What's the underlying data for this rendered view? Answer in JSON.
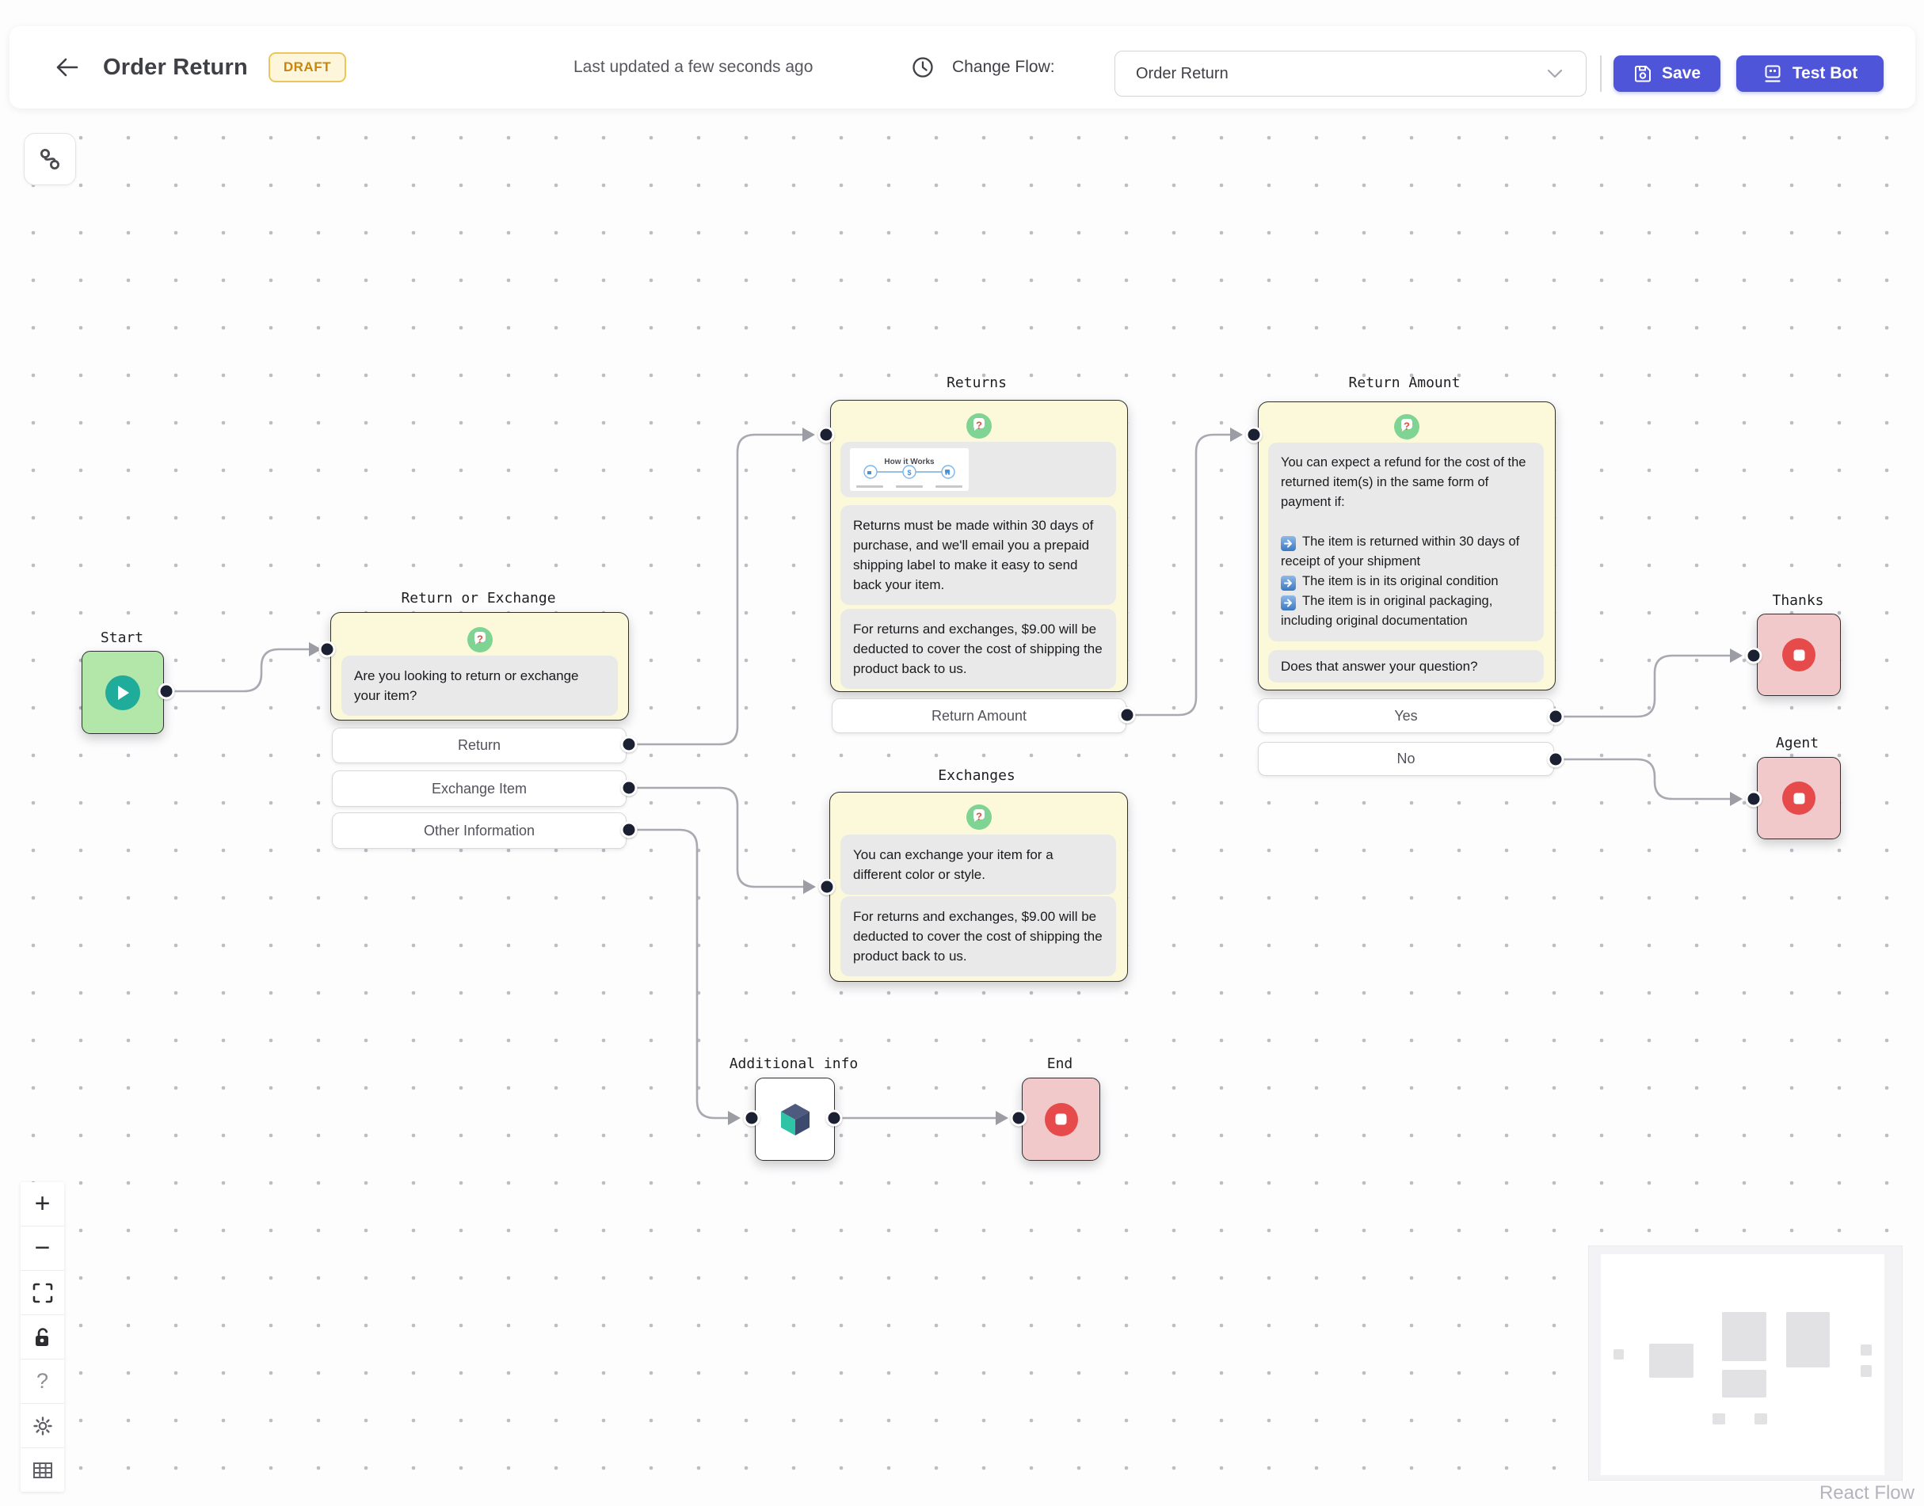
{
  "header": {
    "title": "Order Return",
    "status_badge": "DRAFT",
    "last_updated": "Last updated a few seconds ago",
    "change_flow_label": "Change Flow:",
    "flow_select_value": "Order Return",
    "save_label": "Save",
    "test_bot_label": "Test Bot"
  },
  "canvas": {
    "attribution": "React Flow",
    "controls": {
      "zoom_in": "+",
      "zoom_out": "−",
      "help": "?"
    },
    "nodes": {
      "start": {
        "title": "Start"
      },
      "return_or_exchange": {
        "title": "Return or Exchange",
        "message": "Are you looking to return or exchange your item?",
        "options": [
          "Return",
          "Exchange Item",
          "Other Information"
        ]
      },
      "returns": {
        "title": "Returns",
        "image_title": "How it Works",
        "messages": [
          "Returns must be made within 30 days of purchase, and we'll email you a prepaid shipping label to make it easy to send back your item.",
          "For returns and exchanges, $9.00 will be deducted to cover the cost of shipping the product back to us."
        ],
        "options": [
          "Return Amount"
        ]
      },
      "return_amount": {
        "title": "Return Amount",
        "message_intro": "You can expect a refund for the cost of the returned item(s) in the same form of payment if:",
        "conditions": [
          "The item is returned within 30 days of receipt of your shipment",
          "The item is in its original condition",
          "The item is in original packaging, including original documentation"
        ],
        "message_followup": "Does that answer your question?",
        "options": [
          "Yes",
          "No"
        ]
      },
      "exchanges": {
        "title": "Exchanges",
        "messages": [
          "You can exchange your item for a different color or style.",
          "For returns and exchanges, $9.00 will be deducted to cover the cost of shipping the product back to us."
        ]
      },
      "additional_info": {
        "title": "Additional info"
      },
      "end": {
        "title": "End"
      },
      "thanks": {
        "title": "Thanks"
      },
      "agent": {
        "title": "Agent"
      }
    }
  },
  "colors": {
    "accent": "#4f55d9",
    "draft_text": "#c8860b",
    "draft_bg": "#fdf6da",
    "node_question_bg": "#fcf8da",
    "node_start_bg": "#b3e6a9",
    "node_stop_bg": "#f2c9ca",
    "bubble_bg": "#e9e9e9",
    "icon_green": "#7fd494",
    "icon_teal": "#20ac9b",
    "icon_red": "#e64a4a",
    "edge": "#a9a9b1",
    "handle": "#1b2033"
  }
}
